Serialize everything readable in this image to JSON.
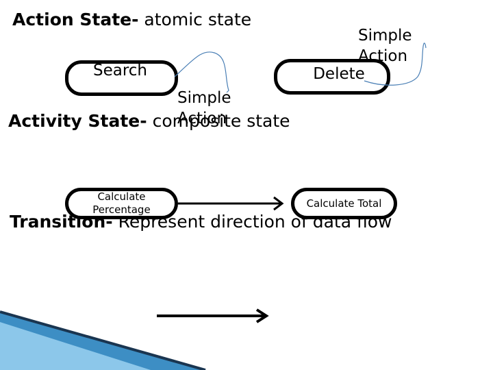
{
  "action_state": {
    "label_bold": "Action State-",
    "label_rest": " atomic state",
    "node_search": "Search",
    "node_delete": "Delete",
    "note_left": [
      "Simple",
      "Action"
    ],
    "note_right": [
      "Simple",
      "Action"
    ]
  },
  "activity_state": {
    "label_bold": "Activity State-",
    "label_rest": " composite state",
    "node_left": [
      "Calculate",
      "Percentage"
    ],
    "node_right": "Calculate Total"
  },
  "transition": {
    "label_bold": "Transition-",
    "label_rest": " Represent direction of data flow"
  },
  "colors": {
    "annotation_pen": "#4a7fb5",
    "decor_blue": "#3d8ec4",
    "decor_light": "#8cc7ea",
    "decor_dark": "#1a3550"
  }
}
